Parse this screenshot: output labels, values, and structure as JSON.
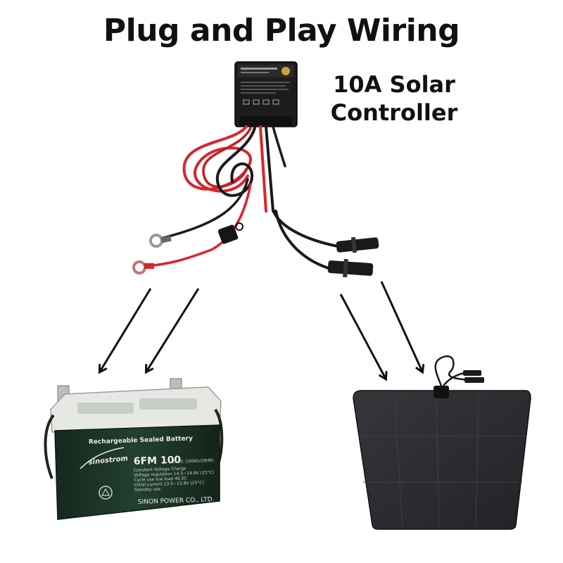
{
  "title": "Plug and Play Wiring",
  "controller": {
    "label_line1": "10A Solar",
    "label_line2": "Controller"
  },
  "battery": {
    "header": "Rechargeable Sealed Battery",
    "brand": "sinostrom",
    "model": "6FM 100",
    "model_spec": "(12V, 100Ah/20HR)",
    "specs": [
      "Constant Voltage Charge",
      "Voltage regulation     14.5~14.9V (25°C)",
      "Cycle use                low load  40.0C",
      "Initial current          13.5~13.8V (25°C)",
      "Standby use"
    ],
    "maker": "SINON POWER CO., LTD."
  },
  "colors": {
    "wire_red": "#d8262c",
    "wire_black": "#1a1a1a",
    "battery_case": "#1e3a2c",
    "battery_lid": "#e6e8e4",
    "panel": "#2b2d31"
  }
}
